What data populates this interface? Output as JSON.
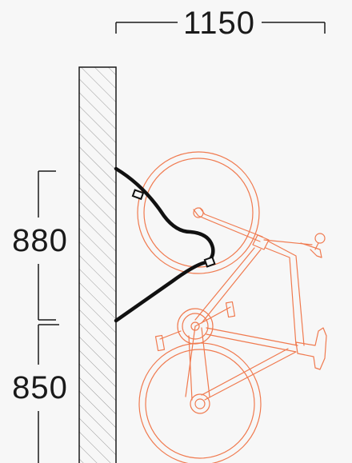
{
  "dimensions": {
    "width_label": "1150",
    "upper_height_label": "880",
    "lower_height_label": "850"
  },
  "colors": {
    "background": "#f7f7f7",
    "wall_outline": "#1a1a1a",
    "wall_hatch": "#9a9a9a",
    "hook": "#111111",
    "bicycle": "#f07a4f",
    "dimension_line": "#1a1a1a"
  }
}
